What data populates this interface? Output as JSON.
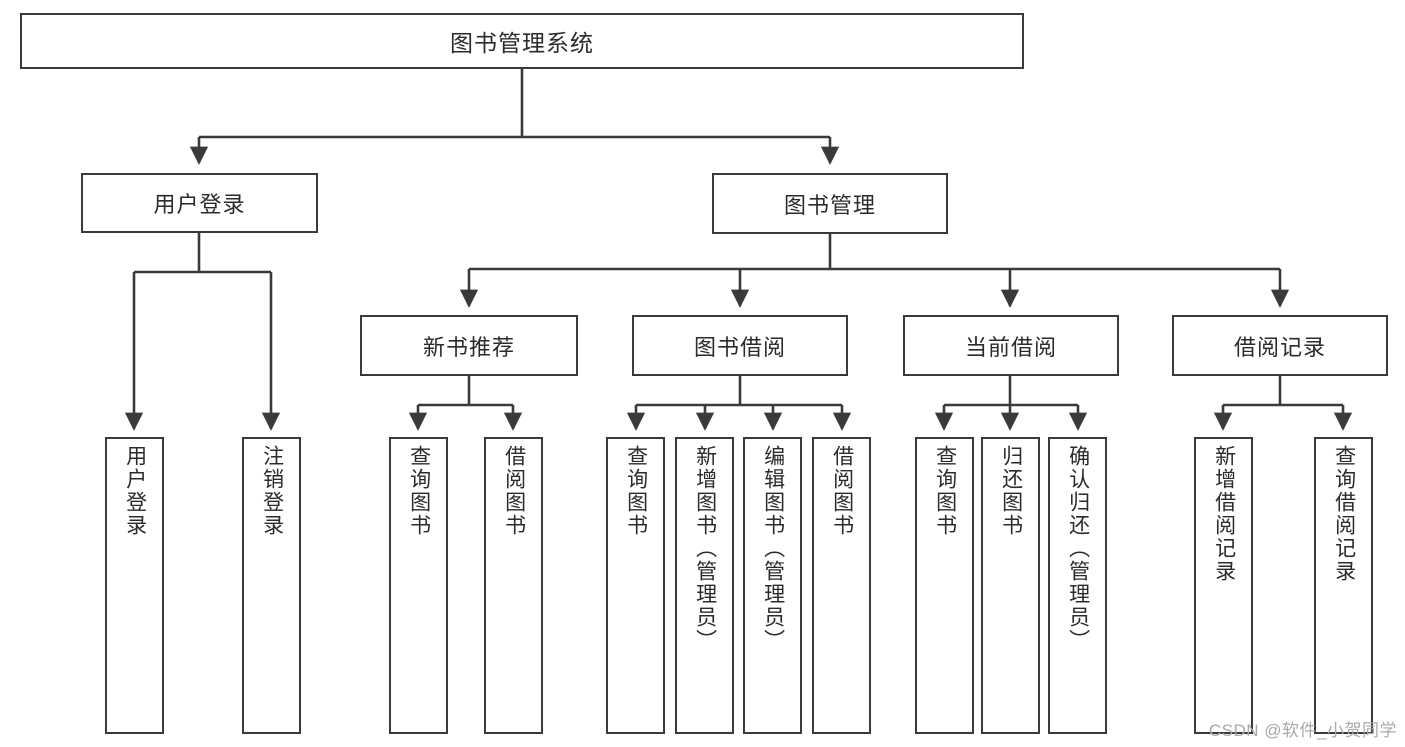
{
  "diagram": {
    "title": "图书管理系统",
    "type": "hierarchy-tree",
    "colors": {
      "box_border": "#3a3a3a",
      "box_fill": "#ffffff",
      "edge": "#3a3a3a",
      "text": "#2b2b2b",
      "watermark": "#a9a9a9",
      "background": "#ffffff"
    },
    "root": {
      "label": "图书管理系统"
    },
    "level1": [
      {
        "label": "用户登录"
      },
      {
        "label": "图书管理"
      }
    ],
    "level2": [
      {
        "label": "新书推荐"
      },
      {
        "label": "图书借阅"
      },
      {
        "label": "当前借阅"
      },
      {
        "label": "借阅记录"
      }
    ],
    "leaves": {
      "user_login": [
        {
          "label": "用户登录"
        },
        {
          "label": "注销登录"
        }
      ],
      "new_book_recommend": [
        {
          "label": "查询图书"
        },
        {
          "label": "借阅图书"
        }
      ],
      "book_borrow": [
        {
          "label": "查询图书"
        },
        {
          "label": "新增图书（管理员）"
        },
        {
          "label": "编辑图书（管理员）"
        },
        {
          "label": "借阅图书"
        }
      ],
      "current_borrow": [
        {
          "label": "查询图书"
        },
        {
          "label": "归还图书"
        },
        {
          "label": "确认归还（管理员）"
        }
      ],
      "borrow_record": [
        {
          "label": "新增借阅记录"
        },
        {
          "label": "查询借阅记录"
        }
      ]
    },
    "watermark": "CSDN @软件_小贺同学"
  }
}
